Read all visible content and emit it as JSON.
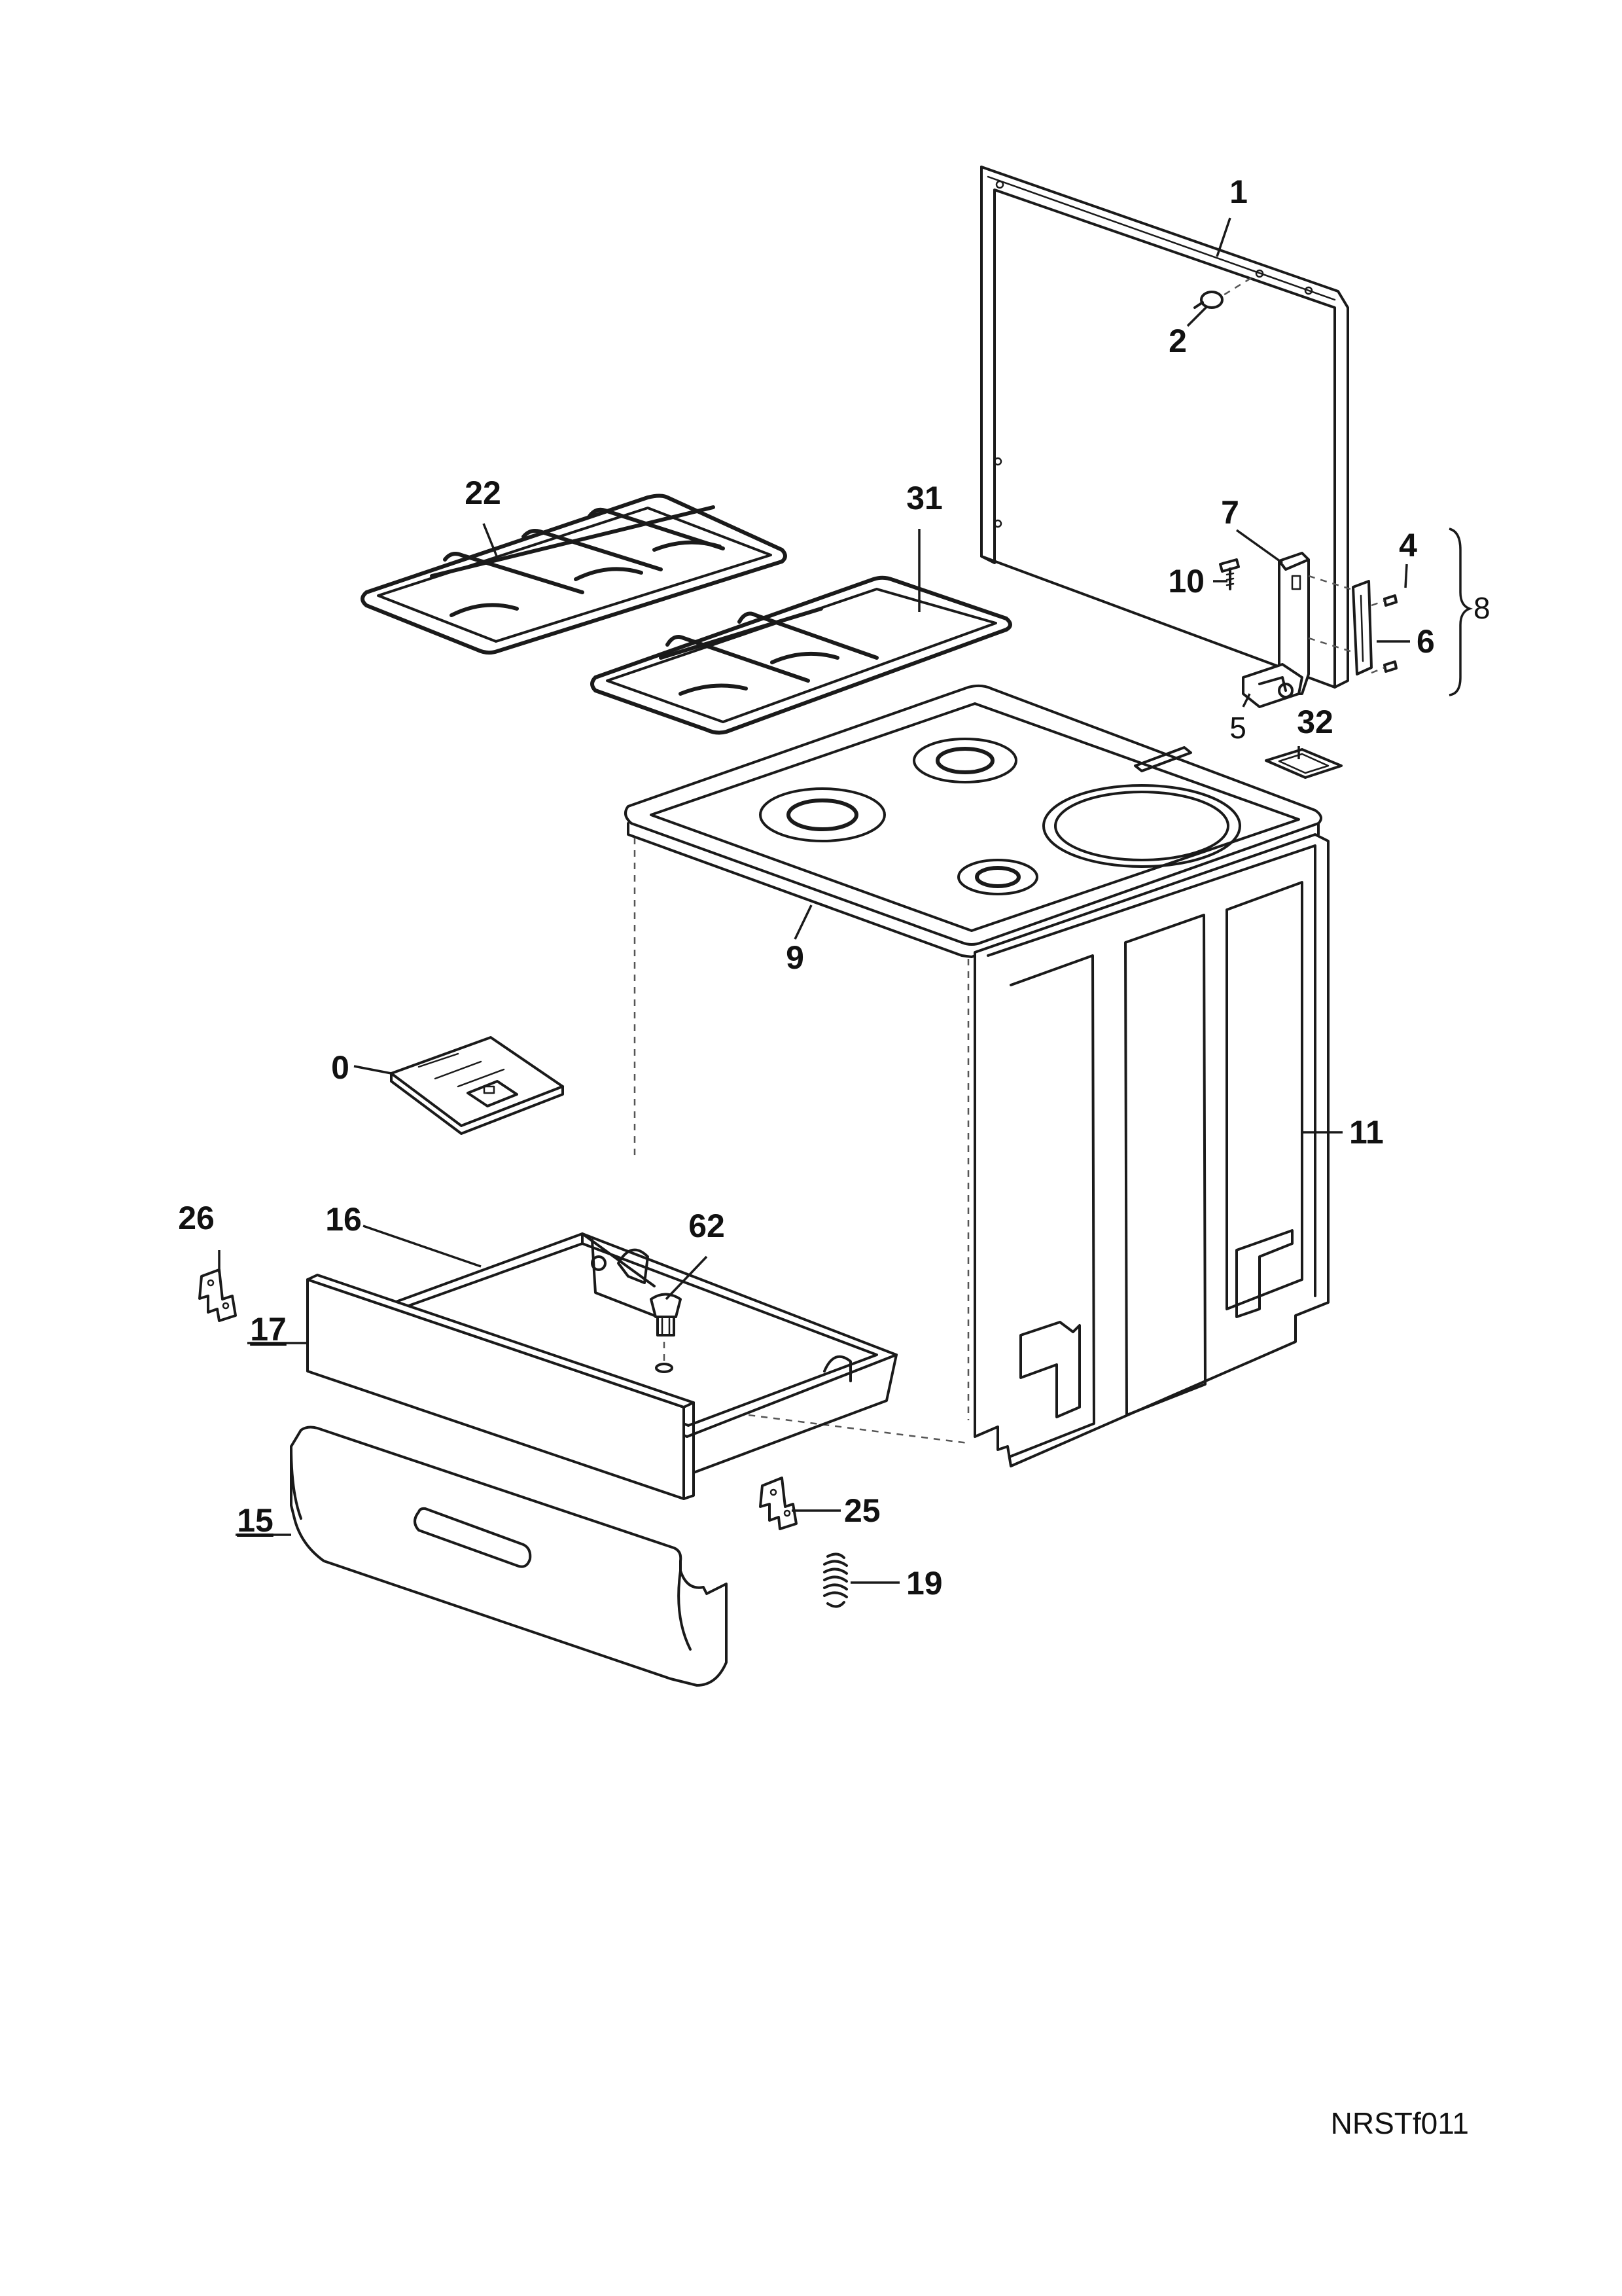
{
  "diagram": {
    "drawing_code": "NRSTf011",
    "callouts": {
      "c1": "1",
      "c2": "2",
      "c4": "4",
      "c5": "5",
      "c6": "6",
      "c7": "7",
      "c8": "8",
      "c9": "9",
      "c10": "10",
      "c11": "11",
      "c0": "0",
      "c15": "15",
      "c16": "16",
      "c17": "17",
      "c19": "19",
      "c22": "22",
      "c25": "25",
      "c26": "26",
      "c31": "31",
      "c32": "32",
      "c62": "62"
    }
  }
}
